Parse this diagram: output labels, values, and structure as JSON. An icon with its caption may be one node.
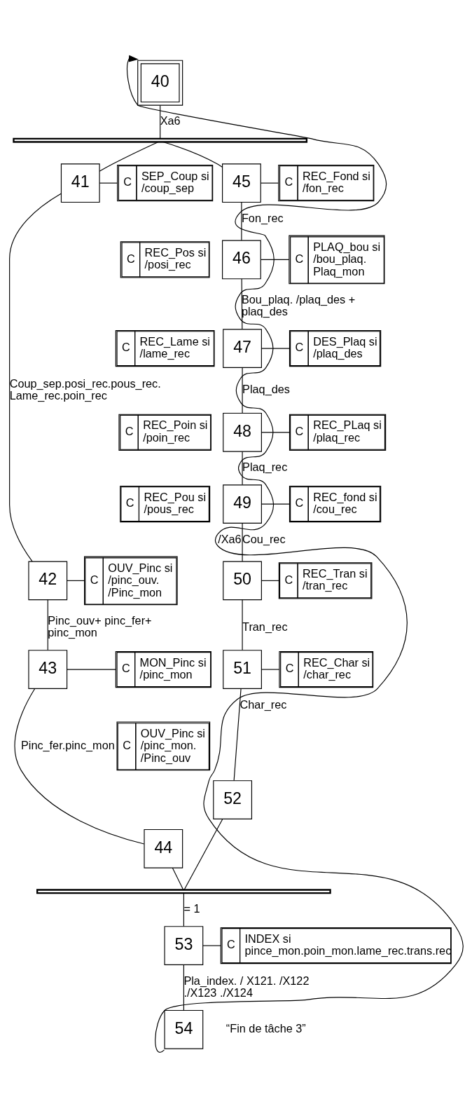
{
  "diagram": {
    "nodes": [
      {
        "text": [
          "40"
        ]
      },
      {
        "text": [],
        "shape": "bar"
      },
      {
        "text": [
          "41"
        ]
      },
      {
        "text": [
          "C",
          "SEP_Coup si /coup_sep"
        ]
      },
      {
        "text": [
          "C",
          "REC_Pos si /posi_rec"
        ]
      },
      {
        "text": [
          "C",
          "REC_Lame si /lame_rec"
        ]
      },
      {
        "text": [
          "C",
          "REC_Poin si /poin_rec"
        ]
      },
      {
        "text": [
          "C",
          "REC_Pou si /pous_rec"
        ]
      },
      {
        "text": [
          "45"
        ]
      },
      {
        "text": [
          "C",
          "REC_Fond si /fon_rec"
        ]
      },
      {
        "text": [
          "46"
        ]
      },
      {
        "text": [
          "C",
          "PLAQ_bou si /bou_plaq. Plaq_mon"
        ]
      },
      {
        "text": [
          "47"
        ]
      },
      {
        "text": [
          "C",
          "DES_Plaq si /plaq_des"
        ]
      },
      {
        "text": [
          "42"
        ]
      },
      {
        "text": [
          "C",
          "OUV_Pinc si /pinc_ouv. /Pinc_mon"
        ]
      },
      {
        "text": [
          "48"
        ]
      },
      {
        "text": [
          "C",
          "REC_PLaq si /plaq_rec"
        ]
      },
      {
        "text": [
          "43"
        ]
      },
      {
        "text": [
          "C",
          "MON_Pinc si /pinc_mon"
        ]
      },
      {
        "text": [
          "C",
          "OUV_Pinc si /pinc_mon. /Pinc_ouv"
        ]
      },
      {
        "text": [
          "49"
        ]
      },
      {
        "text": [
          "C",
          "REC_fond si /cou_rec"
        ]
      },
      {
        "text": [
          "50"
        ]
      },
      {
        "text": [
          "C",
          "REC_Tran si /tran_rec"
        ]
      },
      {
        "text": [
          "51"
        ]
      },
      {
        "text": [
          "C",
          "REC_Char si /char_rec"
        ]
      },
      {
        "text": [
          "44"
        ]
      },
      {
        "text": [
          "52"
        ]
      },
      {
        "text": [],
        "shape": "bar"
      },
      {
        "text": [
          "53"
        ]
      },
      {
        "text": [
          "C",
          "INDEX si pince_mon.poin_mon.lame_rec.trans.rec"
        ]
      },
      {
        "text": [
          "54"
        ],
        "beside": [
          "“Fin de tâche 3”"
        ]
      }
    ],
    "edges": [
      {
        "from": 0,
        "to": 1,
        "arrow": "none",
        "label": "Xa6"
      },
      {
        "from": 1,
        "to": 2,
        "arrow": "none"
      },
      {
        "from": 1,
        "to": 8,
        "arrow": "none"
      },
      {
        "from": 2,
        "to": 3,
        "arrow": "none"
      },
      {
        "from": 8,
        "to": 9,
        "arrow": "none"
      },
      {
        "from": 8,
        "to": 10,
        "arrow": "none",
        "label": "Fon_rec"
      },
      {
        "from": 10,
        "to": 11,
        "arrow": "none"
      },
      {
        "from": 10,
        "to": 12,
        "arrow": "none",
        "label": "Bou_plaq. /plaq_des + plaq_des"
      },
      {
        "from": 12,
        "to": 13,
        "arrow": "none"
      },
      {
        "from": 2,
        "to": 14,
        "arrow": "none",
        "label": "Coup_sep.posi_rec.pous_rec. Lame_rec.poin_rec"
      },
      {
        "from": 14,
        "to": 15,
        "arrow": "none"
      },
      {
        "from": 12,
        "to": 16,
        "arrow": "none",
        "label": "Plaq_des"
      },
      {
        "from": 16,
        "to": 17,
        "arrow": "none"
      },
      {
        "from": 14,
        "to": 18,
        "arrow": "none",
        "label": "Pinc_ouv+ pinc_fer+ pinc_mon"
      },
      {
        "from": 18,
        "to": 19,
        "arrow": "none"
      },
      {
        "from": 16,
        "to": 21,
        "arrow": "none",
        "label": "Plaq_rec"
      },
      {
        "from": 21,
        "to": 22,
        "arrow": "none"
      },
      {
        "from": 21,
        "to": 23,
        "arrow": "none",
        "label": "Cou_rec"
      },
      {
        "from": 23,
        "to": 24,
        "arrow": "none"
      },
      {
        "from": 23,
        "to": 25,
        "arrow": "none",
        "label": "Tran_rec"
      },
      {
        "from": 25,
        "to": 26,
        "arrow": "none"
      },
      {
        "from": 18,
        "to": 27,
        "arrow": "none",
        "label": "Pinc_fer.pinc_mon"
      },
      {
        "from": 25,
        "to": 28,
        "arrow": "none",
        "label": "Char_rec"
      },
      {
        "from": 27,
        "to": 29,
        "arrow": "none"
      },
      {
        "from": 28,
        "to": 29,
        "arrow": "none"
      },
      {
        "from": 29,
        "to": 30,
        "arrow": "none",
        "label": "= 1"
      },
      {
        "from": 30,
        "to": 31,
        "arrow": "none"
      },
      {
        "from": 30,
        "to": 32,
        "arrow": "none",
        "label": "Pla_index. / X121. /X122 ./X123 ./X124"
      },
      {
        "from": 32,
        "to": 0,
        "arrow": "to",
        "label": "/Xa6"
      }
    ]
  }
}
